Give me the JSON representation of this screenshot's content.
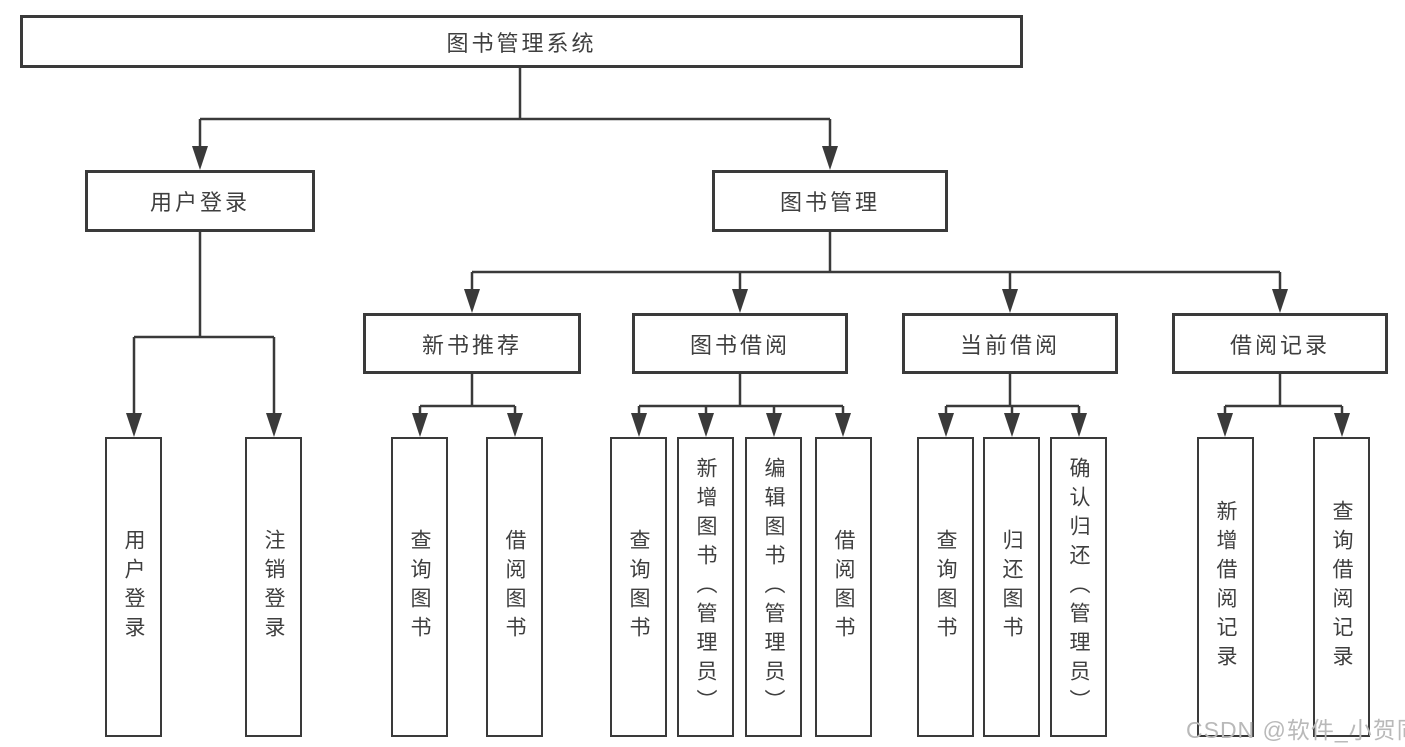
{
  "tree": {
    "label": "图书管理系统",
    "children": [
      {
        "label": "用户登录",
        "children": [
          {
            "label": "用户登录"
          },
          {
            "label": "注销登录"
          }
        ]
      },
      {
        "label": "图书管理",
        "children": [
          {
            "label": "新书推荐",
            "children": [
              {
                "label": "查询图书"
              },
              {
                "label": "借阅图书"
              }
            ]
          },
          {
            "label": "图书借阅",
            "children": [
              {
                "label": "查询图书"
              },
              {
                "label": "新增图书（管理员）"
              },
              {
                "label": "编辑图书（管理员）"
              },
              {
                "label": "借阅图书"
              }
            ]
          },
          {
            "label": "当前借阅",
            "children": [
              {
                "label": "查询图书"
              },
              {
                "label": "归还图书"
              },
              {
                "label": "确认归还（管理员）"
              }
            ]
          },
          {
            "label": "借阅记录",
            "children": [
              {
                "label": "新增借阅记录"
              },
              {
                "label": "查询借阅记录"
              }
            ]
          }
        ]
      }
    ]
  },
  "watermark": {
    "text": "CSDN @软件_小贺同学"
  },
  "colors": {
    "line": "#3a3a3a",
    "box_border": "#3a3a3a",
    "box_background": "#ffffff",
    "text": "#3f3f3f",
    "page_background": "#ffffff",
    "watermark": "#b9b9b9"
  }
}
